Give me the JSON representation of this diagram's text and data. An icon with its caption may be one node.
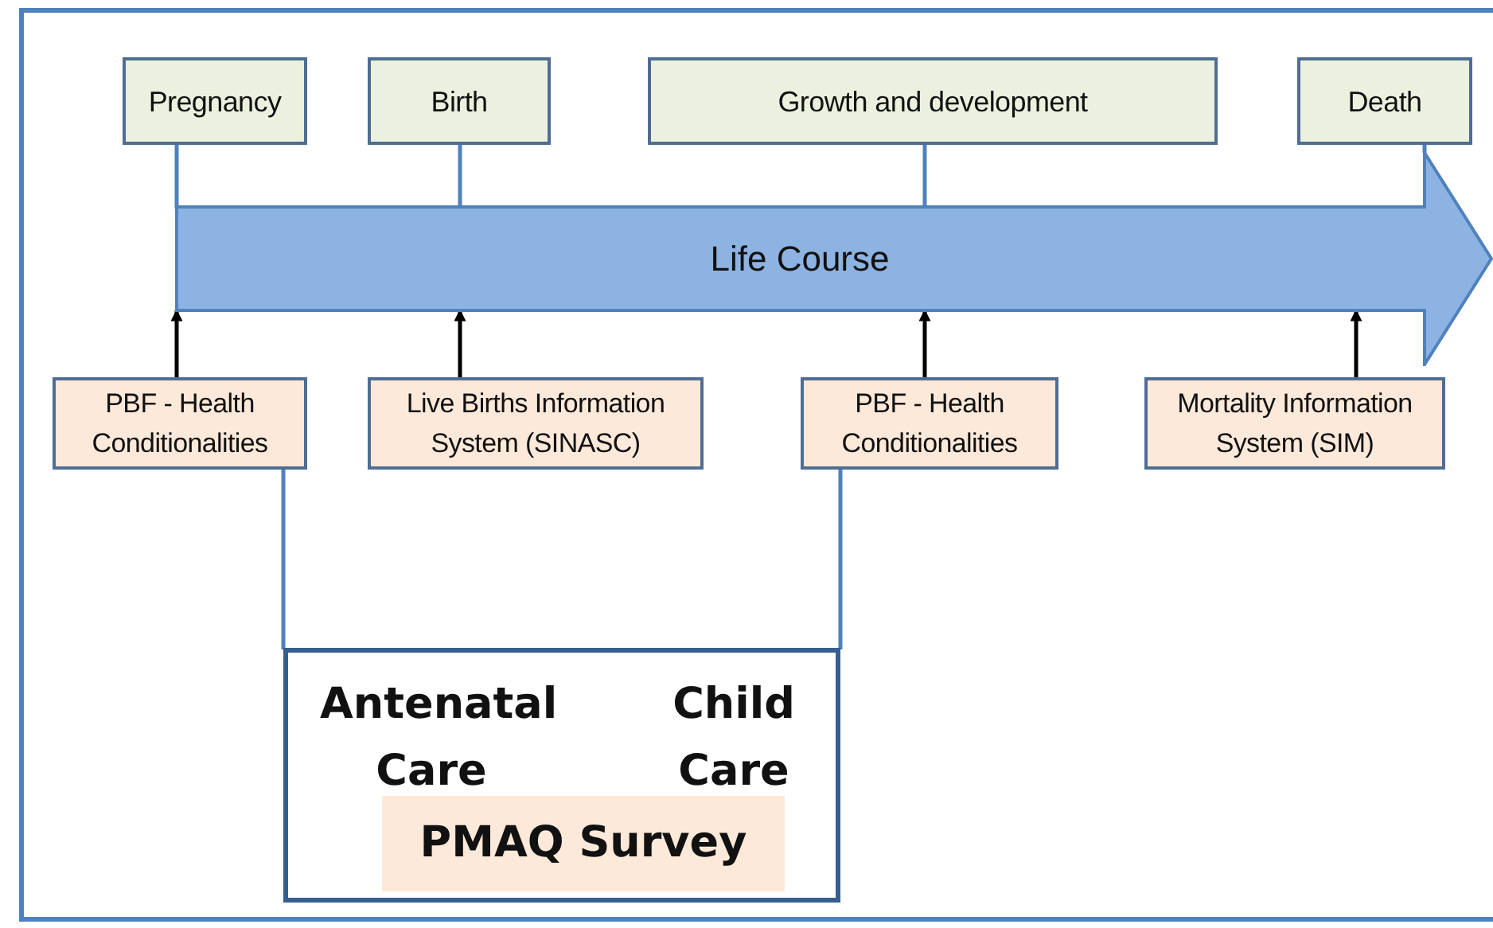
{
  "diagram": {
    "nodes": [
      {
        "text": [
          "Pregnancy"
        ]
      },
      {
        "text": [
          "Birth"
        ]
      },
      {
        "text": [
          "Growth and development"
        ]
      },
      {
        "text": [
          "Death"
        ]
      },
      {
        "text": [
          "Life Course"
        ]
      },
      {
        "text": [
          "PBF - Health Conditionalities"
        ]
      },
      {
        "text": [
          "Live Births Information System (SINASC)"
        ]
      },
      {
        "text": [
          "PBF - Health Conditionalities"
        ]
      },
      {
        "text": [
          "Mortality Information System (SIM)"
        ]
      },
      {
        "text": [
          "Antenatal Care",
          "Child Care"
        ]
      },
      {
        "text": [
          "PMAQ Survey"
        ],
        "in": 9
      }
    ],
    "edges": [
      {
        "from": 0,
        "to": 4,
        "arrow": "none"
      },
      {
        "from": 1,
        "to": 4,
        "arrow": "none"
      },
      {
        "from": 2,
        "to": 4,
        "arrow": "none"
      },
      {
        "from": 3,
        "to": 4,
        "arrow": "none"
      },
      {
        "from": 5,
        "to": 4,
        "arrow": "to",
        "color": "#000000"
      },
      {
        "from": 6,
        "to": 4,
        "arrow": "to",
        "color": "#000000"
      },
      {
        "from": 7,
        "to": 4,
        "arrow": "to",
        "color": "#000000"
      },
      {
        "from": 8,
        "to": 4,
        "arrow": "to",
        "color": "#000000"
      },
      {
        "from": 5,
        "to": 9,
        "arrow": "none"
      },
      {
        "from": 7,
        "to": 9,
        "arrow": "none"
      }
    ]
  }
}
